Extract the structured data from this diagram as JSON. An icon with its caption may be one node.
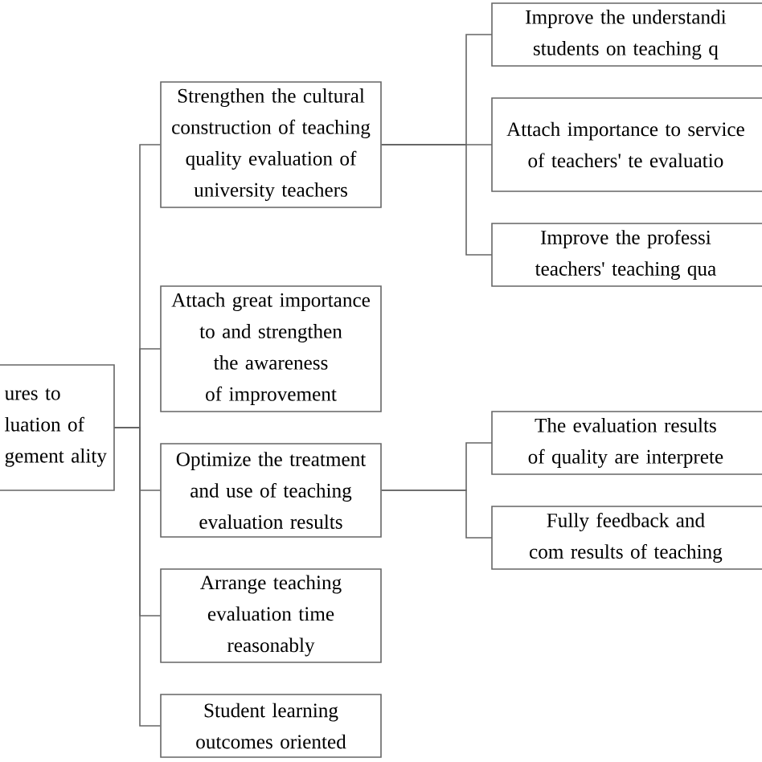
{
  "diagram": {
    "nodes": [
      {
        "text": [
          "ures to luation of gement ality"
        ]
      },
      {
        "text": [
          "Strengthen the cultural construction of teaching quality evaluation of university teachers"
        ]
      },
      {
        "text": [
          "Attach great importance to and strengthen the awareness of improvement"
        ]
      },
      {
        "text": [
          "Optimize the treatment and use of teaching evaluation results"
        ]
      },
      {
        "text": [
          "Arrange teaching evaluation time reasonably"
        ]
      },
      {
        "text": [
          "Student learning outcomes oriented"
        ]
      },
      {
        "text": [
          "Improve the understandi students on teaching q"
        ]
      },
      {
        "text": [
          "Attach importance to service of teachers' te evaluatio"
        ]
      },
      {
        "text": [
          "Improve the professi teachers' teaching qua"
        ]
      },
      {
        "text": [
          "The evaluation results of quality are interprete"
        ]
      },
      {
        "text": [
          "Fully feedback and com results of teaching"
        ]
      }
    ],
    "edges": [
      {
        "from": 0,
        "to": 1,
        "arrow": "none"
      },
      {
        "from": 0,
        "to": 2,
        "arrow": "none"
      },
      {
        "from": 0,
        "to": 3,
        "arrow": "none"
      },
      {
        "from": 0,
        "to": 4,
        "arrow": "none"
      },
      {
        "from": 0,
        "to": 5,
        "arrow": "none"
      },
      {
        "from": 1,
        "to": 6,
        "arrow": "none"
      },
      {
        "from": 1,
        "to": 7,
        "arrow": "none"
      },
      {
        "from": 1,
        "to": 8,
        "arrow": "none"
      },
      {
        "from": 3,
        "to": 9,
        "arrow": "none"
      },
      {
        "from": 3,
        "to": 10,
        "arrow": "none"
      }
    ]
  }
}
